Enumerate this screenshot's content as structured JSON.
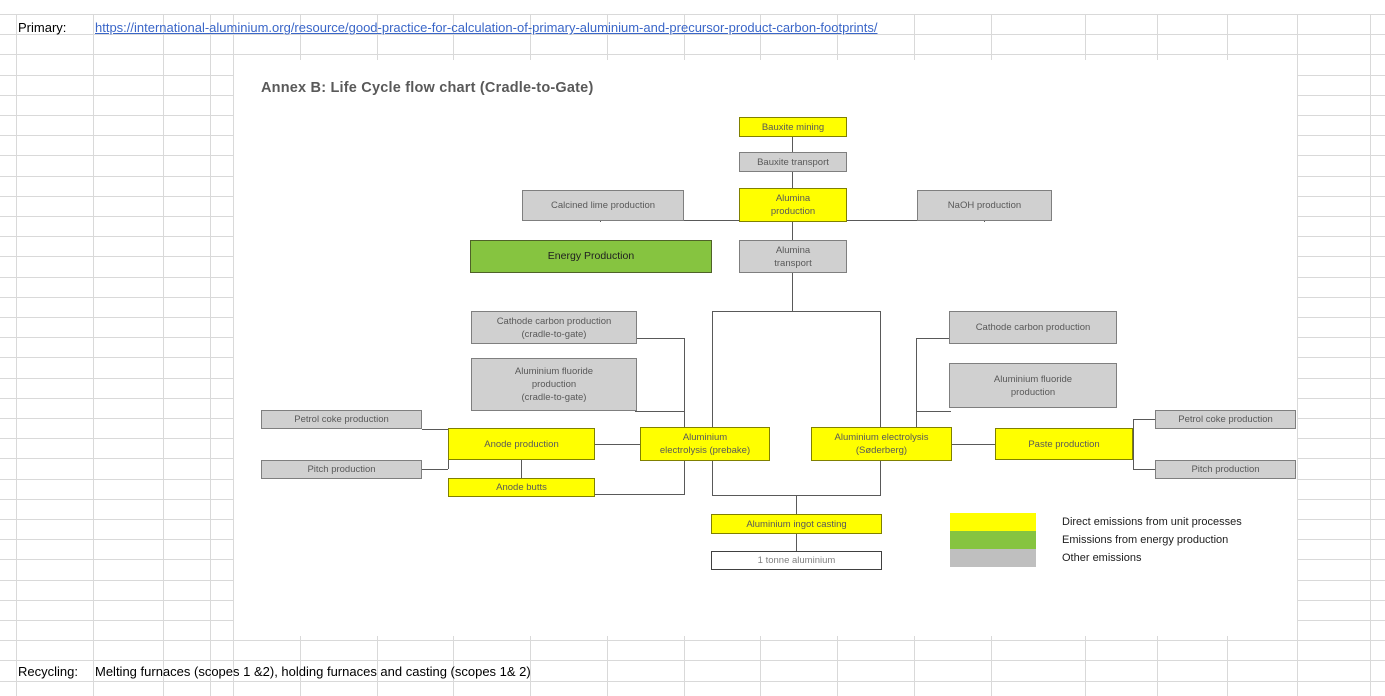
{
  "sheet": {
    "rows": {
      "primary_label": "Primary:",
      "primary_url": "https://international-aluminium.org/resource/good-practice-for-calculation-of-primary-aluminium-and-precursor-product-carbon-footprints/",
      "recycling_label": "Recycling:",
      "recycling_text": "Melting furnaces (scopes 1 &2), holding furnaces and casting (scopes 1& 2)"
    }
  },
  "diagram": {
    "title": "Annex B: Life Cycle flow chart (Cradle-to-Gate)",
    "nodes": {
      "bauxite_mining": "Bauxite mining",
      "bauxite_transport": "Bauxite transport",
      "calcined_lime": "Calcined lime production",
      "alumina_production": "Alumina\nproduction",
      "naoh_production": "NaOH production",
      "energy_production": "Energy Production",
      "alumina_transport": "Alumina\ntransport",
      "cathode_carbon_left": "Cathode carbon production\n(cradle-to-gate)",
      "cathode_carbon_right": "Cathode carbon production",
      "alu_fluoride_left": "Aluminium fluoride\nproduction\n(cradle-to-gate)",
      "alu_fluoride_right": "Aluminium fluoride\nproduction",
      "petrol_coke_left": "Petrol coke production",
      "petrol_coke_right": "Petrol coke production",
      "pitch_left": "Pitch production",
      "pitch_right": "Pitch production",
      "anode_production": "Anode production",
      "anode_butts": "Anode butts",
      "electrolysis_prebake": "Aluminium\nelectrolysis (prebake)",
      "electrolysis_soderberg": "Aluminium electrolysis\n(Søderberg)",
      "paste_production": "Paste production",
      "ingot_casting": "Aluminium ingot casting",
      "one_tonne": "1 tonne aluminium"
    },
    "legend": {
      "items": [
        {
          "color": "#ffff00",
          "label": "Direct emissions from unit processes"
        },
        {
          "color": "#86c440",
          "label": "Emissions from energy production"
        },
        {
          "color": "#bfbfbf",
          "label": "Other emissions"
        }
      ]
    },
    "colors": {
      "direct_emissions": "#ffff00",
      "energy_emissions": "#86c440",
      "other_emissions": "#bfbfbf",
      "connector": "#595959",
      "title": "#595959",
      "link": "#3a66c8"
    }
  }
}
